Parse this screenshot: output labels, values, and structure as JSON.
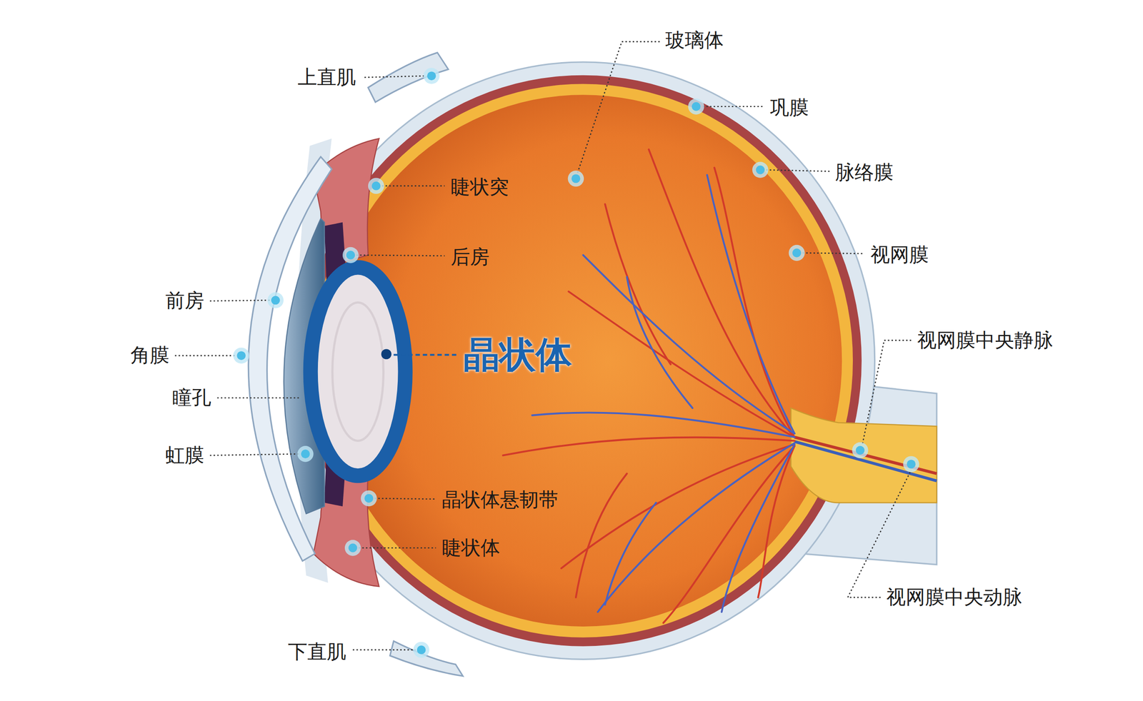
{
  "diagram": {
    "labels": [
      "上直肌",
      "玻璃体",
      "巩膜",
      "睫状突",
      "脉络膜",
      "后房",
      "视网膜",
      "前房",
      "晶状体",
      "视网膜中央静脉",
      "角膜",
      "瞳孔",
      "虹膜",
      "晶状体悬韧带",
      "睫状体",
      "视网膜中央动脉",
      "下直肌"
    ]
  }
}
